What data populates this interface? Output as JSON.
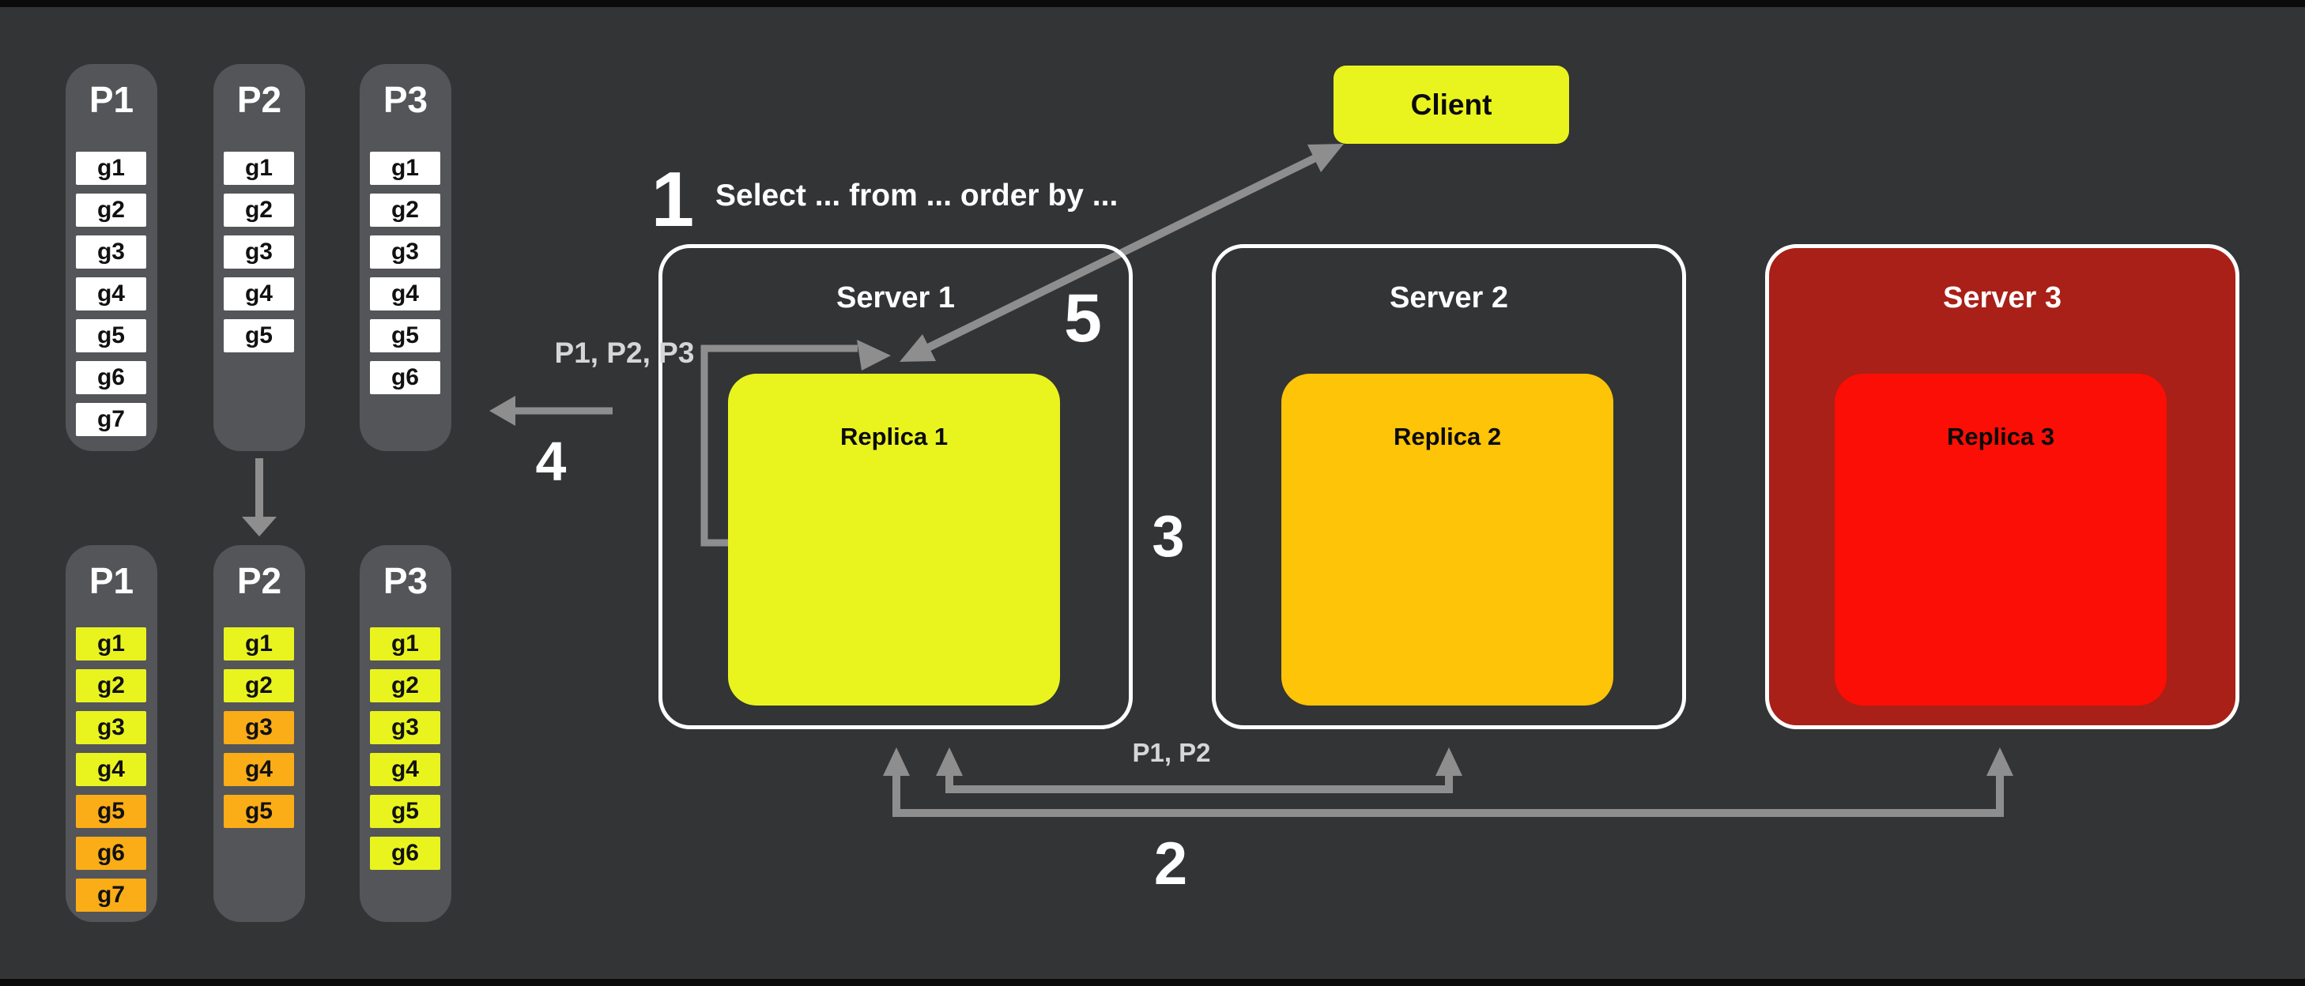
{
  "page": {
    "client": {
      "label": "Client"
    },
    "query": {
      "step": "1",
      "text": "Select ... from ... order by ..."
    },
    "steps": {
      "two": "2",
      "three": "3",
      "four": "4",
      "five": "5"
    },
    "labels": {
      "to_all_partitions": "P1, P2, P3",
      "to_some_partitions": "P1, P2"
    },
    "servers": [
      {
        "name": "Server 1",
        "fill": "transparent",
        "replica": {
          "label": "Replica 1",
          "color": "#E9F41F"
        }
      },
      {
        "name": "Server 2",
        "fill": "transparent",
        "replica": {
          "label": "Replica 2",
          "color": "#FDC408"
        }
      },
      {
        "name": "Server 3",
        "fill": "#A82017",
        "replica": {
          "label": "Replica 3",
          "color": "#FB0E05"
        }
      }
    ],
    "partition_groups": [
      {
        "id": "source",
        "partitions": [
          {
            "name": "P1",
            "cells": [
              {
                "label": "g1",
                "tone": "plain"
              },
              {
                "label": "g2",
                "tone": "plain"
              },
              {
                "label": "g3",
                "tone": "plain"
              },
              {
                "label": "g4",
                "tone": "plain"
              },
              {
                "label": "g5",
                "tone": "plain"
              },
              {
                "label": "g6",
                "tone": "plain"
              },
              {
                "label": "g7",
                "tone": "plain"
              }
            ]
          },
          {
            "name": "P2",
            "cells": [
              {
                "label": "g1",
                "tone": "plain"
              },
              {
                "label": "g2",
                "tone": "plain"
              },
              {
                "label": "g3",
                "tone": "plain"
              },
              {
                "label": "g4",
                "tone": "plain"
              },
              {
                "label": "g5",
                "tone": "plain"
              }
            ]
          },
          {
            "name": "P3",
            "cells": [
              {
                "label": "g1",
                "tone": "plain"
              },
              {
                "label": "g2",
                "tone": "plain"
              },
              {
                "label": "g3",
                "tone": "plain"
              },
              {
                "label": "g4",
                "tone": "plain"
              },
              {
                "label": "g5",
                "tone": "plain"
              },
              {
                "label": "g6",
                "tone": "plain"
              }
            ]
          }
        ]
      },
      {
        "id": "result",
        "partitions": [
          {
            "name": "P1",
            "cells": [
              {
                "label": "g1",
                "tone": "hot"
              },
              {
                "label": "g2",
                "tone": "hot"
              },
              {
                "label": "g3",
                "tone": "hot"
              },
              {
                "label": "g4",
                "tone": "hot"
              },
              {
                "label": "g5",
                "tone": "warm"
              },
              {
                "label": "g6",
                "tone": "warm"
              },
              {
                "label": "g7",
                "tone": "warm"
              }
            ]
          },
          {
            "name": "P2",
            "cells": [
              {
                "label": "g1",
                "tone": "hot"
              },
              {
                "label": "g2",
                "tone": "hot"
              },
              {
                "label": "g3",
                "tone": "warm"
              },
              {
                "label": "g4",
                "tone": "warm"
              },
              {
                "label": "g5",
                "tone": "warm"
              }
            ]
          },
          {
            "name": "P3",
            "cells": [
              {
                "label": "g1",
                "tone": "hot"
              },
              {
                "label": "g2",
                "tone": "hot"
              },
              {
                "label": "g3",
                "tone": "hot"
              },
              {
                "label": "g4",
                "tone": "hot"
              },
              {
                "label": "g5",
                "tone": "hot"
              },
              {
                "label": "g6",
                "tone": "hot"
              }
            ]
          }
        ]
      }
    ],
    "colors": {
      "background": "#333436",
      "letterbox": "#0B0B0B",
      "panel": "#545559",
      "cell_plain": "#FFFFFF",
      "cell_hot": "#E9F41F",
      "cell_warm": "#FBAD17",
      "client_bg": "#E9F41F",
      "arrow": "#8E8E8E",
      "server_border": "#FFFFFF",
      "muted_label": "#D6D6D6"
    }
  }
}
